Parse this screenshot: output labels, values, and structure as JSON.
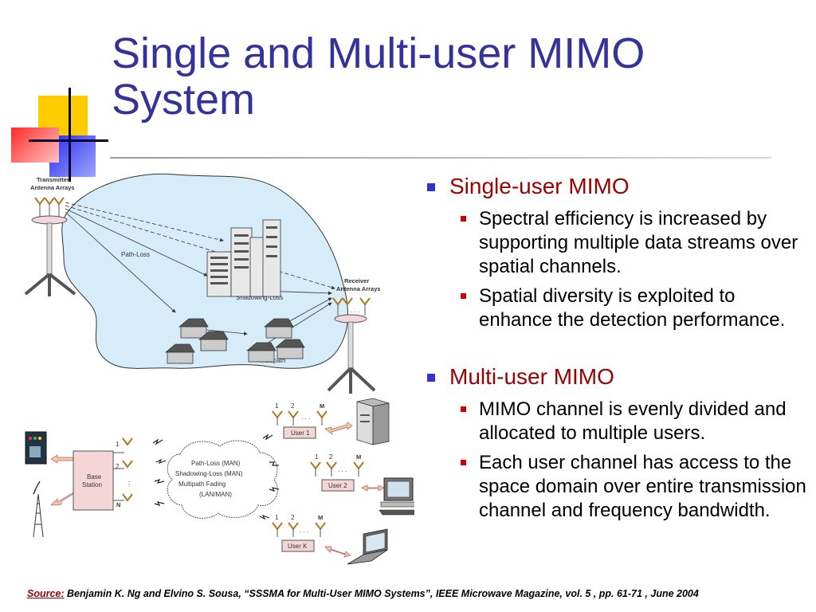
{
  "title": {
    "line1": "Single and Multi-user MIMO",
    "line2": "System"
  },
  "sections": [
    {
      "heading": "Single-user MIMO",
      "points": [
        "Spectral efficiency is increased by supporting multiple data streams over spatial channels.",
        "Spatial diversity is exploited to enhance the detection performance."
      ]
    },
    {
      "heading": "Multi-user MIMO",
      "points": [
        "MIMO channel is evenly divided and allocated to multiple users.",
        "Each user channel has access to the space domain over entire transmission channel and frequency bandwidth."
      ]
    }
  ],
  "diagram_top": {
    "transmitter_label": "Transmitter",
    "transmitter_label2": "Antenna Arrays",
    "receiver_label": "Receiver",
    "receiver_label2": "Antenna Arrays",
    "path_loss": "Path-Loss",
    "shadowing_loss": "Shadowing-Loss",
    "multipath": "Multipath",
    "dots": ". . ."
  },
  "diagram_bottom": {
    "base_station_line1": "Base",
    "base_station_line2": "Station",
    "antenna_1": "1",
    "antenna_2": "2",
    "antenna_n": "N",
    "antenna_m": "M",
    "cloud_line1": "Path-Loss (MAN)",
    "cloud_line2": "Shadowing-Loss (MAN)",
    "cloud_line3": "Multipath Fading",
    "cloud_line4": "(LAN/MAN)",
    "user1": "User 1",
    "user2": "User 2",
    "userk": "User K"
  },
  "footer": {
    "source_label": "Source:",
    "citation": " Benjamin K. Ng and Elvino S. Sousa, “SSSMA for Multi-User MIMO Systems”, IEEE Microwave Magazine, vol. 5 , pp. 61-71 , June 2004"
  },
  "colors": {
    "title": "#333399",
    "heading": "#990000",
    "level1_marker": "#3333cc",
    "level2_marker": "#cc0000",
    "region_fill": "#d6ecf8"
  }
}
